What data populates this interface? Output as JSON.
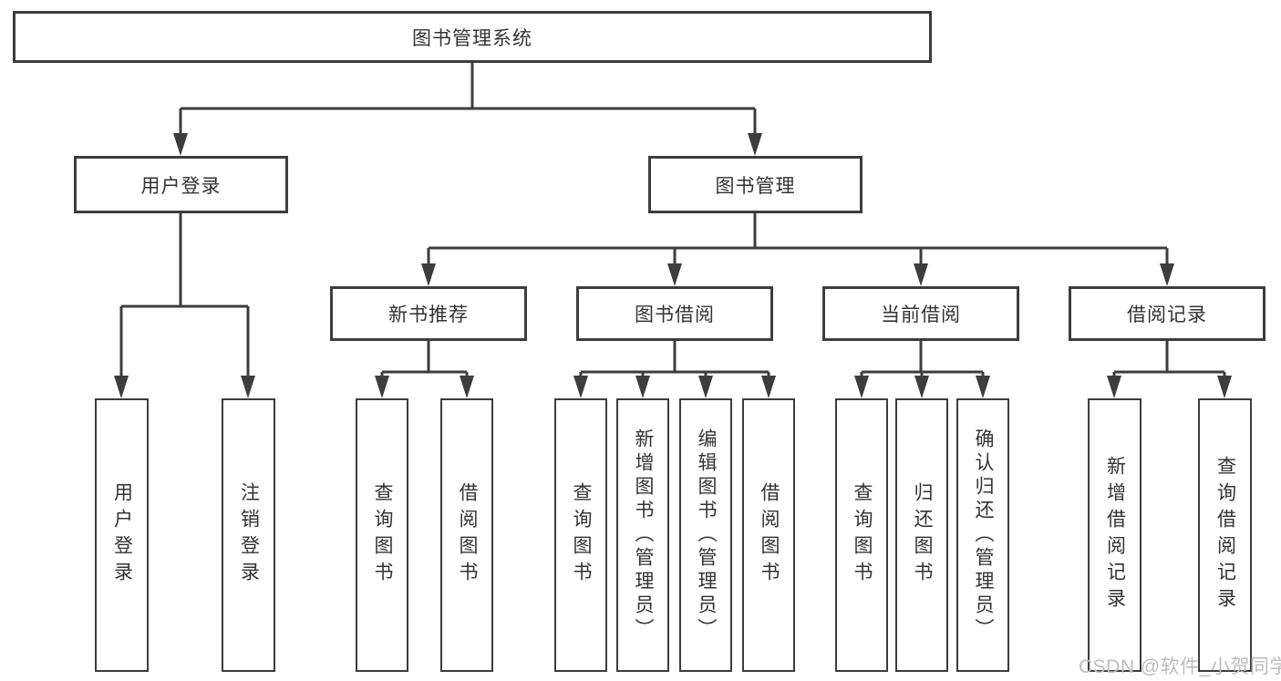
{
  "diagram": {
    "title": "图书管理系统",
    "level2": [
      {
        "label": "用户登录",
        "children": [
          {
            "label": "用户登录"
          },
          {
            "label": "注销登录"
          }
        ]
      },
      {
        "label": "图书管理",
        "children": [
          {
            "label": "新书推荐",
            "children": [
              {
                "label": "查询图书"
              },
              {
                "label": "借阅图书"
              }
            ]
          },
          {
            "label": "图书借阅",
            "children": [
              {
                "label": "查询图书"
              },
              {
                "label": "新增图书（管理员）"
              },
              {
                "label": "编辑图书（管理员）"
              },
              {
                "label": "借阅图书"
              }
            ]
          },
          {
            "label": "当前借阅",
            "children": [
              {
                "label": "查询图书"
              },
              {
                "label": "归还图书"
              },
              {
                "label": "确认归还（管理员）"
              }
            ]
          },
          {
            "label": "借阅记录",
            "children": [
              {
                "label": "新增借阅记录"
              },
              {
                "label": "查询借阅记录"
              }
            ]
          }
        ]
      }
    ]
  },
  "watermark": {
    "text": "CSDN @软件_小贺同学"
  },
  "colors": {
    "line": "#3d3d3d",
    "box_border": "#3d3d3d",
    "box_background": "#ffffff",
    "text": "#333333",
    "watermark": "#bdbdbd",
    "page_background": "#ffffff"
  }
}
